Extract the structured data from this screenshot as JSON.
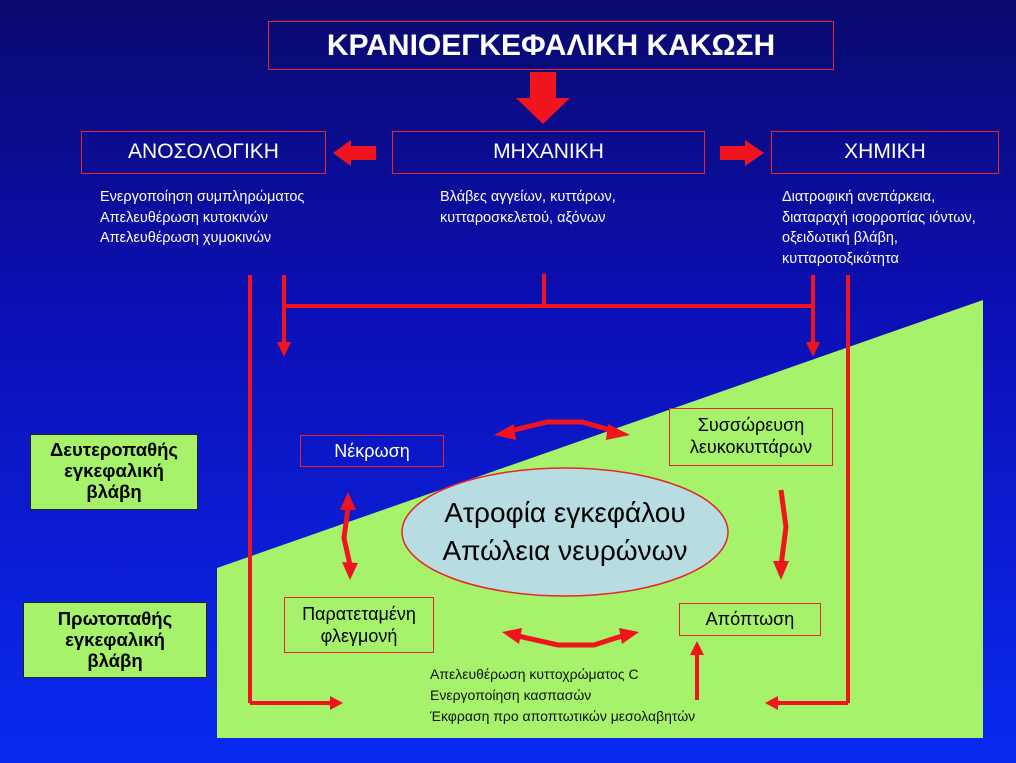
{
  "title": "ΚΡΑΝΙΟΕΓΚΕΦΑΛΙΚΗ ΚΑΚΩΣΗ",
  "categories": {
    "left": {
      "label": "ΑΝΟΣΟΛΟΓΙΚΗ",
      "details": [
        "Ενεργοποίηση συμπληρώματος",
        "Απελευθέρωση κυτοκινών",
        "Απελευθέρωση χυμοκινών"
      ]
    },
    "center": {
      "label": "ΜΗΧΑΝΙΚΗ",
      "details": [
        "Βλάβες αγγείων, κυττάρων,",
        "κυτταροσκελετού, αξόνων"
      ]
    },
    "right": {
      "label": "ΧΗΜΙΚΗ",
      "details": [
        "Διατροφική ανεπάρκεια,",
        "διαταραχή ισορροπίας ιόντων,",
        "οξειδωτική βλάβη,",
        "κυτταροτοξικότητα"
      ]
    }
  },
  "side_labels": {
    "secondary": [
      "Δευτεροπαθής",
      "εγκεφαλική",
      "βλάβη"
    ],
    "primary": [
      "Πρωτοπαθής",
      "εγκεφαλική",
      "βλάβη"
    ]
  },
  "cycle": {
    "necrosis": "Νέκρωση",
    "leukocytes": [
      "Συσσώρευση",
      "λευκοκυττάρων"
    ],
    "inflammation": [
      "Παρατεταμένη",
      "φλεγμονή"
    ],
    "apoptosis": "Απόπτωση"
  },
  "center_ellipse": [
    "Ατροφία εγκεφάλου",
    "Απώλεια νευρώνων"
  ],
  "apoptosis_mechanisms": [
    "Απελευθέρωση κυττοχρώματος C",
    "Ενεργοποίηση κασπασών",
    "Έκφραση προ αποπτωτικών μεσολαβητών"
  ],
  "colors": {
    "background_top": "#0a0a6e",
    "background_bottom": "#0a2af0",
    "green": "#a6f26a",
    "arrow_red": "#f0141e",
    "ellipse_fill": "#b7dde3"
  }
}
